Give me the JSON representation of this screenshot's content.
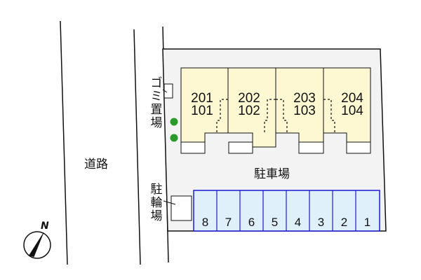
{
  "colors": {
    "lot_fill": "#f3f3f3",
    "unit_fill": "#fdf8d2",
    "parking_fill": "#dff0fb",
    "parking_stroke": "#1a1ad6",
    "tree": "#2a9a2a",
    "line": "#111111"
  },
  "road": {
    "label": "道路"
  },
  "garbage": {
    "label_chars": [
      "ゴ",
      "ミ",
      "置",
      "場"
    ]
  },
  "bicycle": {
    "label_chars": [
      "駐",
      "輪",
      "場"
    ]
  },
  "parking": {
    "label": "駐車場",
    "slots": [
      "8",
      "7",
      "6",
      "5",
      "4",
      "3",
      "2",
      "1"
    ]
  },
  "units": [
    {
      "upper": "201",
      "lower": "101"
    },
    {
      "upper": "202",
      "lower": "102"
    },
    {
      "upper": "203",
      "lower": "103"
    },
    {
      "upper": "204",
      "lower": "104"
    }
  ],
  "compass": {
    "label": "N",
    "icon": "north-arrow-icon"
  }
}
